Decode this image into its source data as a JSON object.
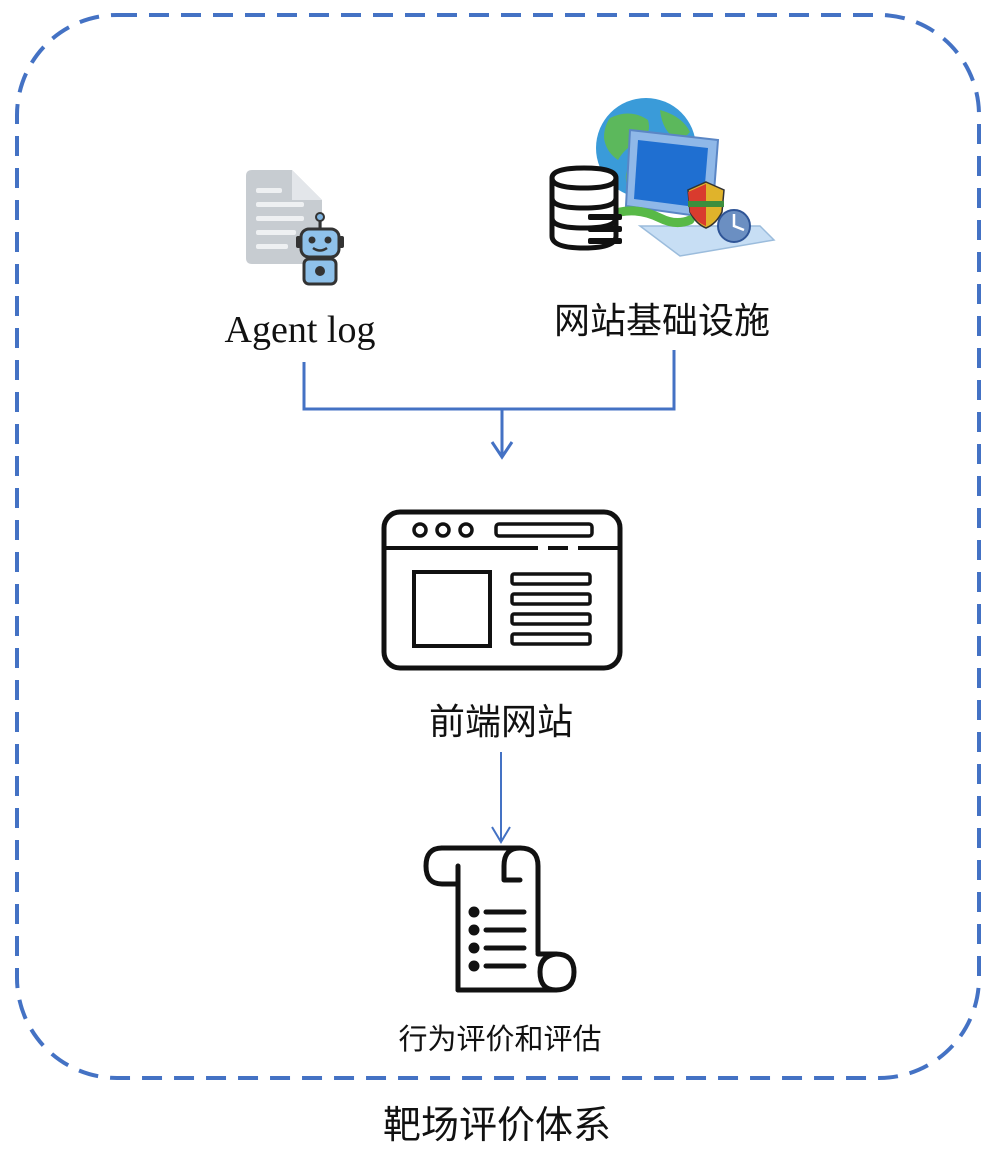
{
  "diagram": {
    "nodes": {
      "agent_log": {
        "label": "Agent log",
        "icon": "document-robot-icon"
      },
      "infrastructure": {
        "label": "网站基础设施",
        "icon": "database-globe-monitor-icon"
      },
      "frontend": {
        "label": "前端网站",
        "icon": "browser-window-icon"
      },
      "evaluation": {
        "label": "行为评价和评估",
        "icon": "scroll-list-icon"
      }
    },
    "edges": [
      {
        "from": "agent_log",
        "to": "frontend"
      },
      {
        "from": "infrastructure",
        "to": "frontend"
      },
      {
        "from": "frontend",
        "to": "evaluation"
      }
    ],
    "container_label": "靶场评价体系",
    "colors": {
      "border": "#4472c4",
      "connector": "#4472c4",
      "text": "#111111",
      "icon_stroke": "#111111"
    }
  }
}
